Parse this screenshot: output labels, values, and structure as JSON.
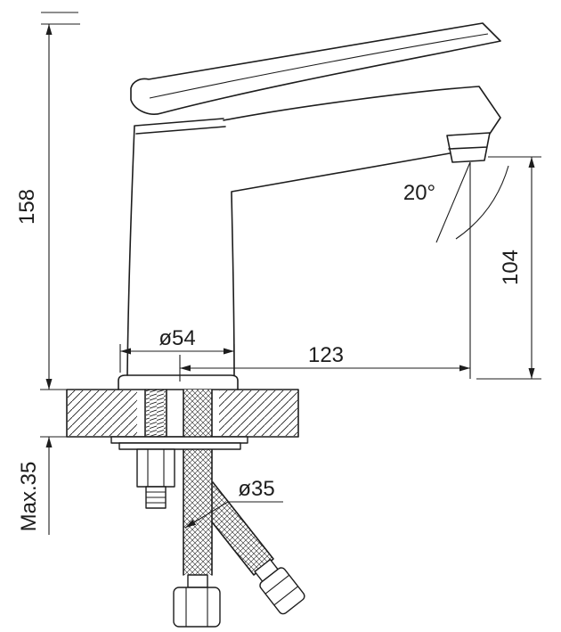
{
  "colors": {
    "line": "#1d1d1d",
    "background": "#ffffff"
  },
  "labels": {
    "total_height": "158",
    "outlet_height": "104",
    "reach": "123",
    "base_diameter": "ø54",
    "hole_diameter": "ø35",
    "angle": "20°",
    "max_thickness": "Max.35"
  }
}
